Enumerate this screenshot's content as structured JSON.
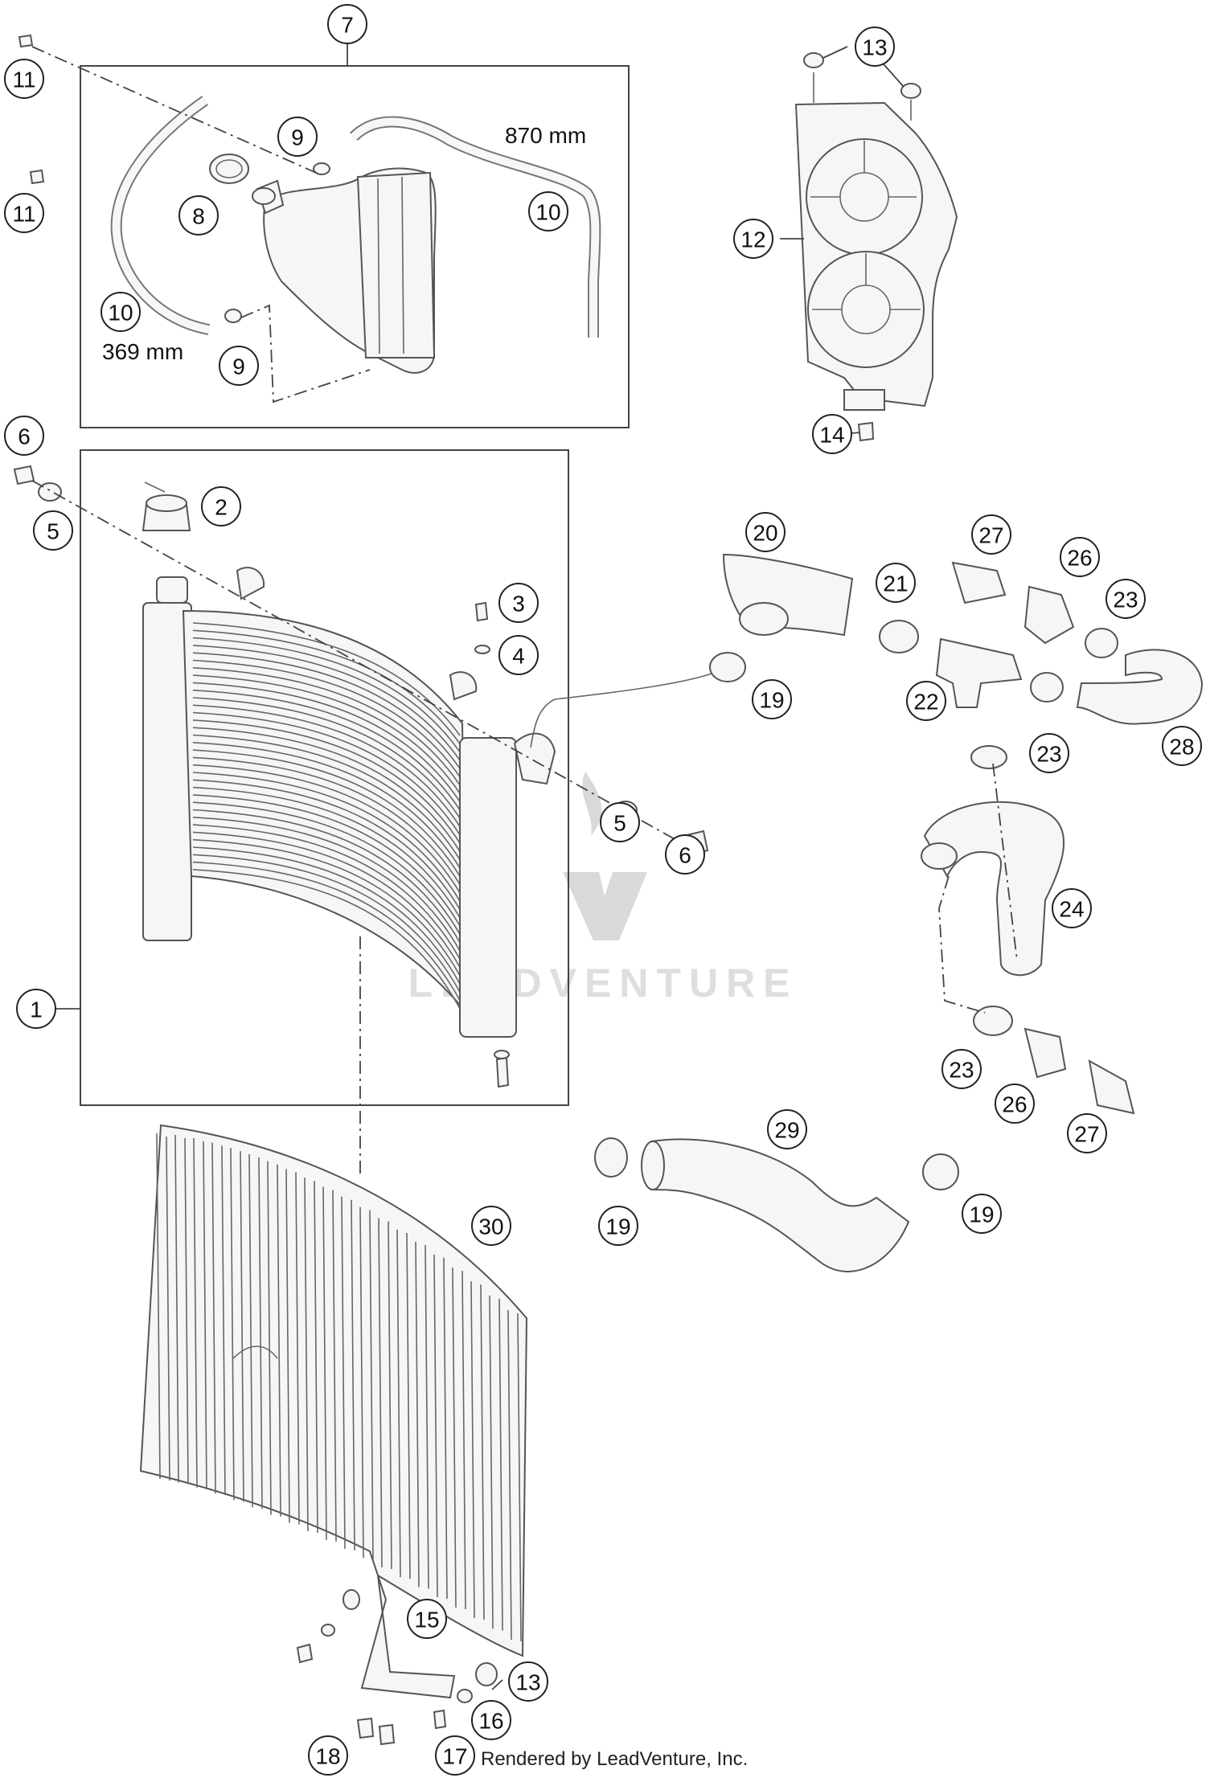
{
  "callouts": [
    {
      "n": "7"
    },
    {
      "n": "11"
    },
    {
      "n": "11"
    },
    {
      "n": "9"
    },
    {
      "n": "8"
    },
    {
      "n": "10"
    },
    {
      "n": "10"
    },
    {
      "n": "9"
    },
    {
      "n": "13"
    },
    {
      "n": "12"
    },
    {
      "n": "14"
    },
    {
      "n": "6"
    },
    {
      "n": "5"
    },
    {
      "n": "2"
    },
    {
      "n": "3"
    },
    {
      "n": "4"
    },
    {
      "n": "19"
    },
    {
      "n": "5"
    },
    {
      "n": "6"
    },
    {
      "n": "1"
    },
    {
      "n": "20"
    },
    {
      "n": "27"
    },
    {
      "n": "26"
    },
    {
      "n": "21"
    },
    {
      "n": "23"
    },
    {
      "n": "22"
    },
    {
      "n": "23"
    },
    {
      "n": "28"
    },
    {
      "n": "24"
    },
    {
      "n": "23"
    },
    {
      "n": "26"
    },
    {
      "n": "27"
    },
    {
      "n": "29"
    },
    {
      "n": "19"
    },
    {
      "n": "19"
    },
    {
      "n": "30"
    },
    {
      "n": "15"
    },
    {
      "n": "13"
    },
    {
      "n": "16"
    },
    {
      "n": "18"
    },
    {
      "n": "17"
    }
  ],
  "dimensions": {
    "hose_long": "870 mm",
    "hose_short": "369 mm"
  },
  "watermark": {
    "brand": "LEADVENTURE"
  },
  "footer": {
    "credit": "Rendered by LeadVenture, Inc."
  }
}
